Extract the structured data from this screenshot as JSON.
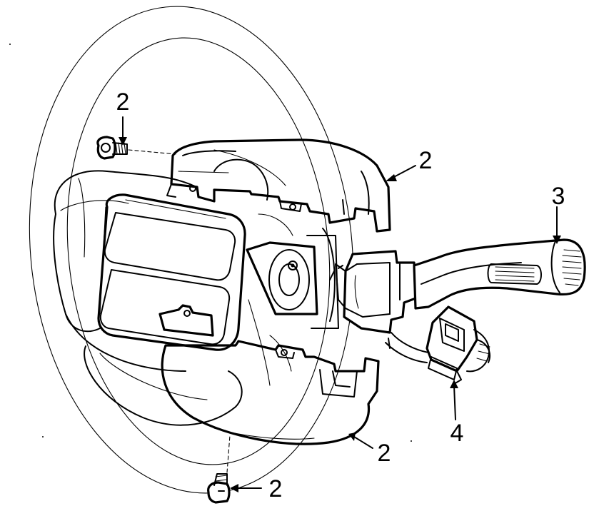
{
  "diagram": {
    "callouts": {
      "bolt_top": "2",
      "cover_upper": "2",
      "switch": "3",
      "cover_lower": "2",
      "connector": "4",
      "bolt_bottom": "2"
    }
  }
}
